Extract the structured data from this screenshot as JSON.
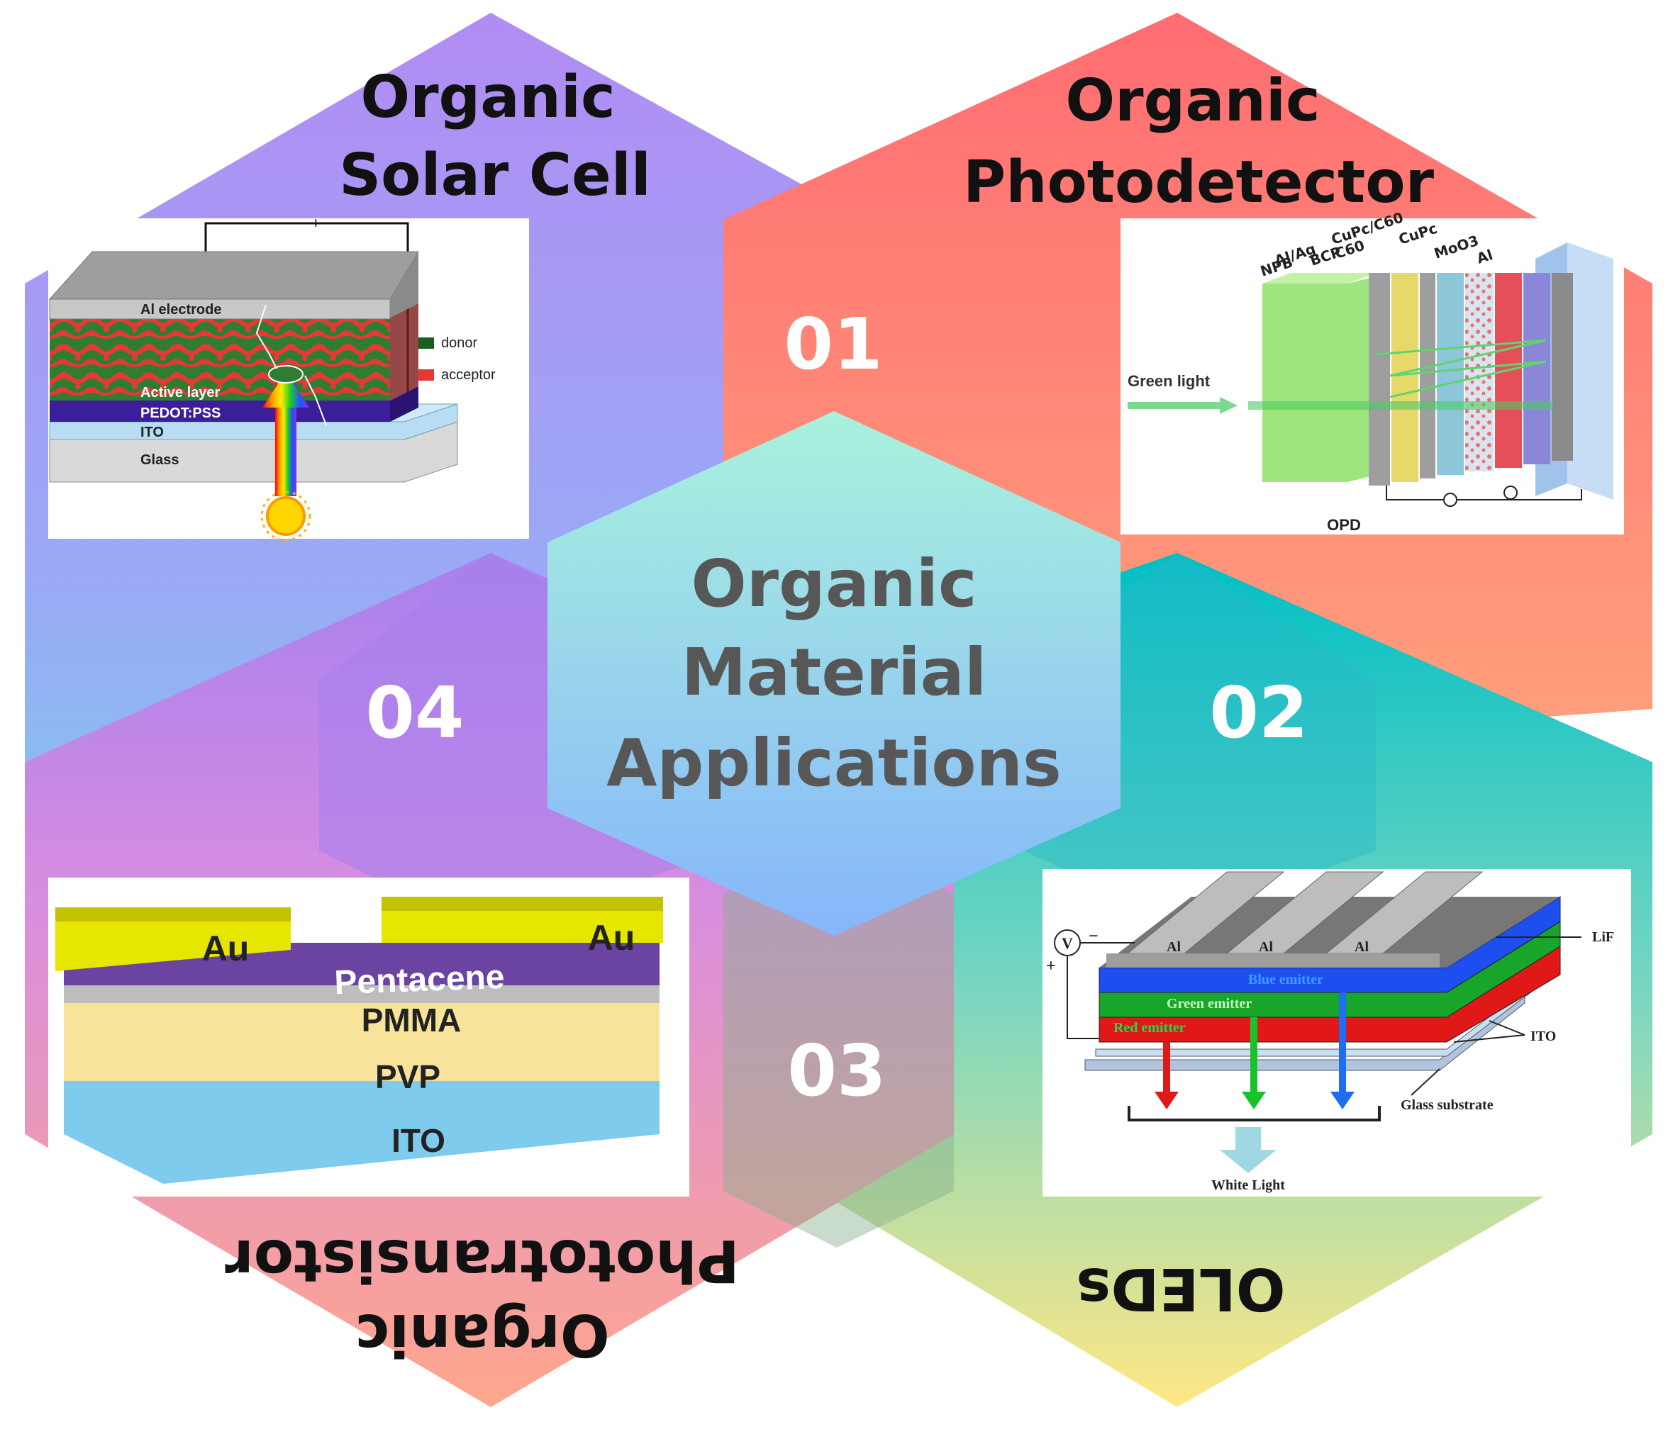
{
  "center": {
    "line1": "Organic",
    "line2": "Material",
    "line3": "Applications"
  },
  "apps": {
    "solar": {
      "num": "04",
      "title1": "Organic",
      "title2": "Solar Cell",
      "fig": {
        "polarity": "− +",
        "al": "Al electrode",
        "active": "Active layer",
        "pedot": "PEDOT:PSS",
        "ito": "ITO",
        "glass": "Glass",
        "legend_donor": "donor",
        "legend_acceptor": "acceptor"
      }
    },
    "photodetector": {
      "num": "01",
      "title1": "Organic",
      "title2": "Photodetector",
      "fig": {
        "layers": [
          "NPB",
          "Al/Ag",
          "BCP",
          "C60",
          "CuPc/C60",
          "CuPc",
          "MoO3",
          "Al"
        ],
        "light": "Green light",
        "caption": "OPD"
      }
    },
    "oled": {
      "num": "02",
      "title": "OLEDs",
      "fig": {
        "v": "V",
        "minus": "−",
        "plus": "+",
        "al": "Al",
        "lif": "LiF",
        "blue": "Blue emitter",
        "green": "Green emitter",
        "red": "Red emitter",
        "ito": "ITO",
        "glass": "Glass substrate",
        "white": "White Light"
      }
    },
    "phototransistor": {
      "num": "03",
      "title1": "Organic",
      "title2": "Phototransistor",
      "fig": {
        "au_left": "Au",
        "au_right": "Au",
        "pentacene": "Pentacene",
        "pmma": "PMMA",
        "pvp": "PVP",
        "ito": "ITO"
      }
    }
  },
  "colors": {
    "solar": [
      "#b18cf4",
      "#7ed1ee"
    ],
    "photodetector": [
      "#ff6d72",
      "#ff9c7a"
    ],
    "oled": [
      "#05c7c9",
      "#ffe780"
    ],
    "phototransistor": [
      "#d78de0",
      "#ffa58f"
    ],
    "center": [
      "#a7f0de",
      "#8bbcfb"
    ]
  }
}
